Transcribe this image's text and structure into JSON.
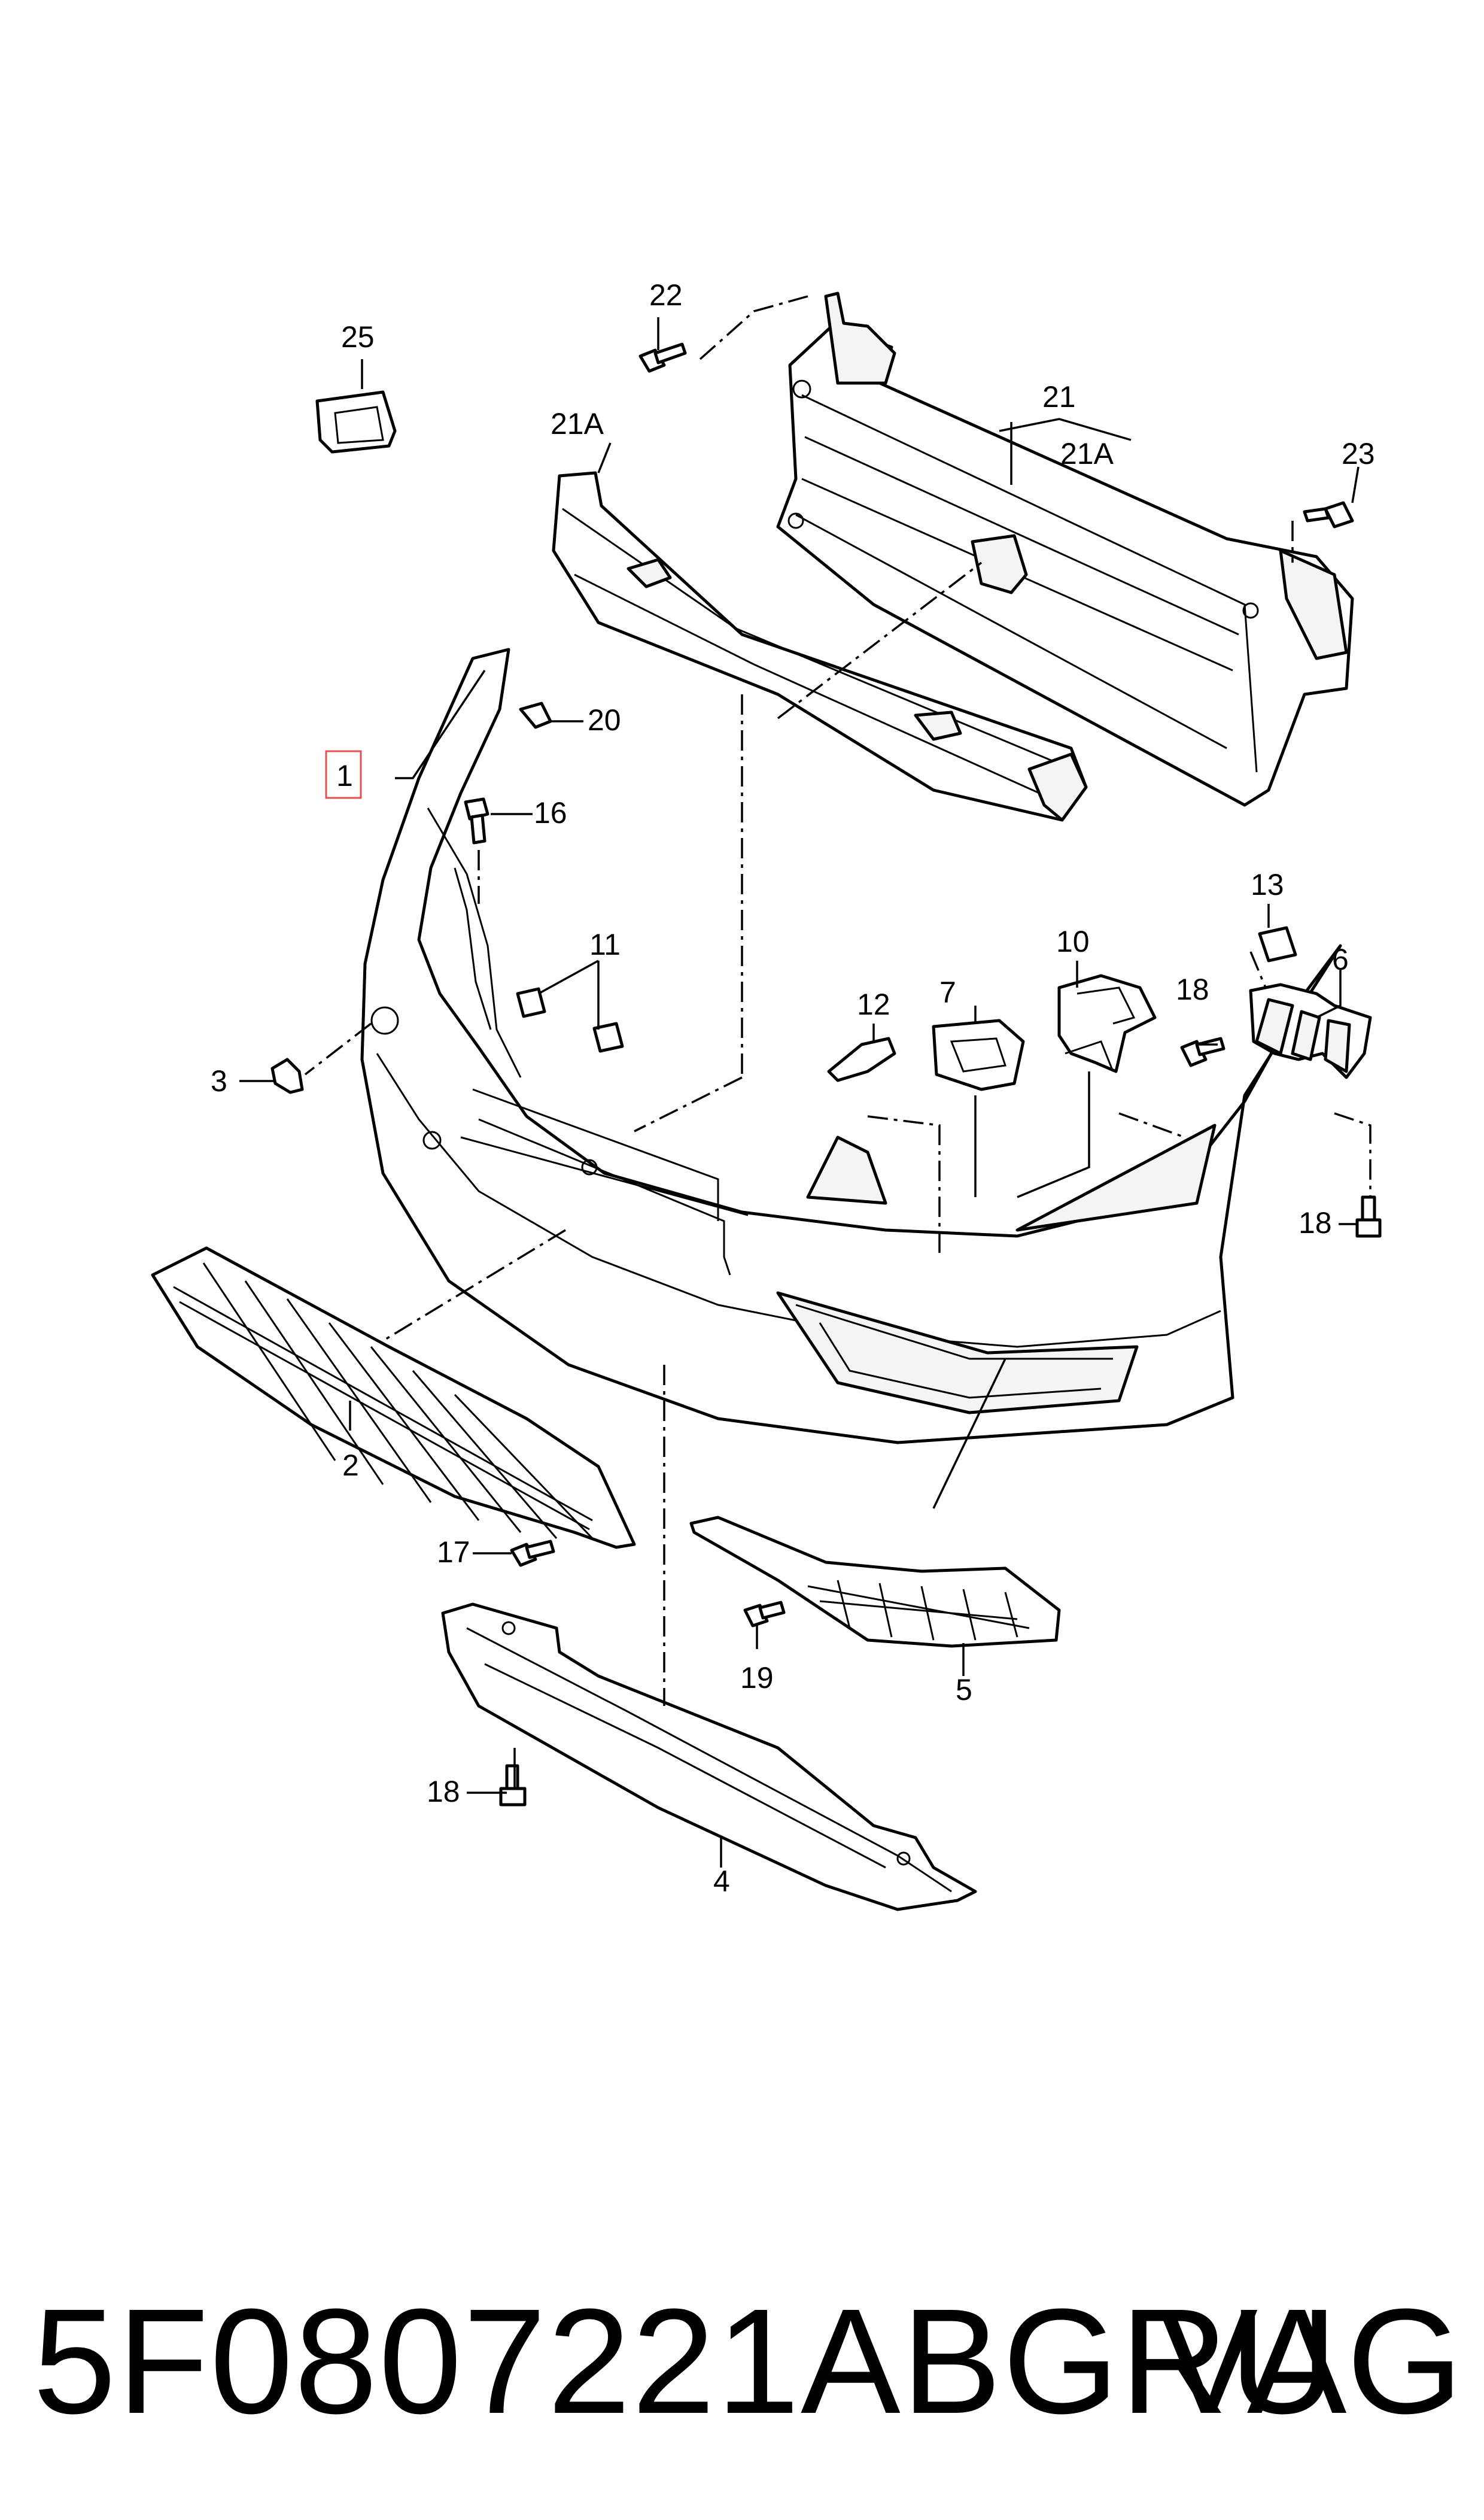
{
  "callouts": {
    "c1": "1",
    "c2": "2",
    "c3": "3",
    "c4": "4",
    "c5": "5",
    "c6": "6",
    "c7": "7",
    "c10": "10",
    "c11": "11",
    "c12": "12",
    "c13": "13",
    "c16": "16",
    "c17": "17",
    "c18a": "18",
    "c18b": "18",
    "c18c": "18",
    "c19": "19",
    "c20": "20",
    "c21": "21",
    "c21a_left": "21A",
    "c21a_right": "21A",
    "c22": "22",
    "c23": "23",
    "c25": "25"
  },
  "footer": {
    "part_number": "5F0807221ABGRU",
    "brand": "VAG"
  },
  "colors": {
    "line": "#000000",
    "background": "#ffffff",
    "highlight": "#e05050"
  }
}
